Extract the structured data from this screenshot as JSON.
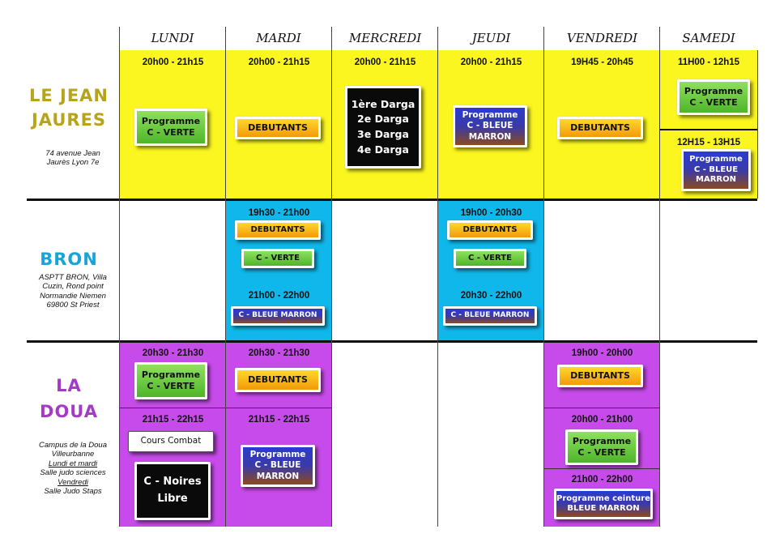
{
  "days": [
    "LUNDI",
    "MARDI",
    "MERCREDI",
    "JEUDI",
    "VENDREDI",
    "SAMEDI"
  ],
  "locations": {
    "jaures": {
      "name_l1": "LE JEAN",
      "name_l2": "JAURES",
      "addr_l1": "74 avenue Jean",
      "addr_l2": "Jaurès Lyon 7e",
      "color": "#b8a41a"
    },
    "bron": {
      "name": "BRON",
      "addr_l1": "ASPTT BRON, Villa",
      "addr_l2": "Cuzin, Rond point",
      "addr_l3": "Normandie Niemen",
      "addr_l4": "69800 St Priest",
      "color": "#19a3d8"
    },
    "doua": {
      "name_l1": "LA",
      "name_l2": "DOUA",
      "addr_l1": "Campus de la Doua",
      "addr_l2": "Villeurbanne",
      "addr_l3": "Lundi et mardi",
      "addr_l4": "Salle judo sciences",
      "addr_l5": "Vendredi",
      "addr_l6": "Salle Judo Staps",
      "color": "#a33bc7"
    }
  },
  "jaures": {
    "lundi": {
      "time": "20h00 - 21h15",
      "c1": "Programme",
      "c2": "C - VERTE"
    },
    "mardi": {
      "time": "20h00 - 21h15",
      "c1": "DEBUTANTS"
    },
    "mercredi": {
      "time": "20h00 - 21h15",
      "l1": "1ère Darga",
      "l2": "2e Darga",
      "l3": "3e Darga",
      "l4": "4e Darga"
    },
    "jeudi": {
      "time": "20h00 - 21h15",
      "c1": "Programme",
      "c2": "C - BLEUE",
      "c3": "MARRON"
    },
    "vendredi": {
      "time": "19H45 - 20h45",
      "c1": "DEBUTANTS"
    },
    "samedi_a": {
      "time": "11H00 - 12h15",
      "c1": "Programme",
      "c2": "C - VERTE"
    },
    "samedi_b": {
      "time": "12H15 - 13H15",
      "c1": "Programme",
      "c2": "C - BLEUE",
      "c3": "MARRON"
    }
  },
  "bron": {
    "mardi": {
      "time1": "19h30 - 21h00",
      "c1": "DEBUTANTS",
      "c2": "C - VERTE",
      "time2": "21h00 - 22h00",
      "c3": "C - BLEUE MARRON"
    },
    "jeudi": {
      "time1": "19h00 - 20h30",
      "c1": "DEBUTANTS",
      "c2": "C - VERTE",
      "time2": "20h30 - 22h00",
      "c3": "C - BLEUE MARRON"
    }
  },
  "doua": {
    "lundi_a": {
      "time": "20h30 - 21h30",
      "c1": "Programme",
      "c2": "C - VERTE"
    },
    "lundi_b": {
      "time": "21h15 - 22h15",
      "c1": "Cours Combat",
      "c2": "C - Noires",
      "c3": "Libre"
    },
    "mardi_a": {
      "time": "20h30 - 21h30",
      "c1": "DEBUTANTS"
    },
    "mardi_b": {
      "time": "21h15 - 22h15",
      "c1": "Programme",
      "c2": "C - BLEUE",
      "c3": "MARRON"
    },
    "vendredi_a": {
      "time": "19h00 - 20h00",
      "c1": "DEBUTANTS"
    },
    "vendredi_b": {
      "time": "20h00 - 21h00",
      "c1": "Programme",
      "c2": "C - VERTE"
    },
    "vendredi_c": {
      "time": "21h00 - 22h00",
      "c1": "Programme ceinture",
      "c2": "BLEUE MARRON"
    }
  },
  "colors": {
    "yellow": "#fbf61f",
    "cyan": "#10b7ea",
    "purple": "#c74bea"
  }
}
